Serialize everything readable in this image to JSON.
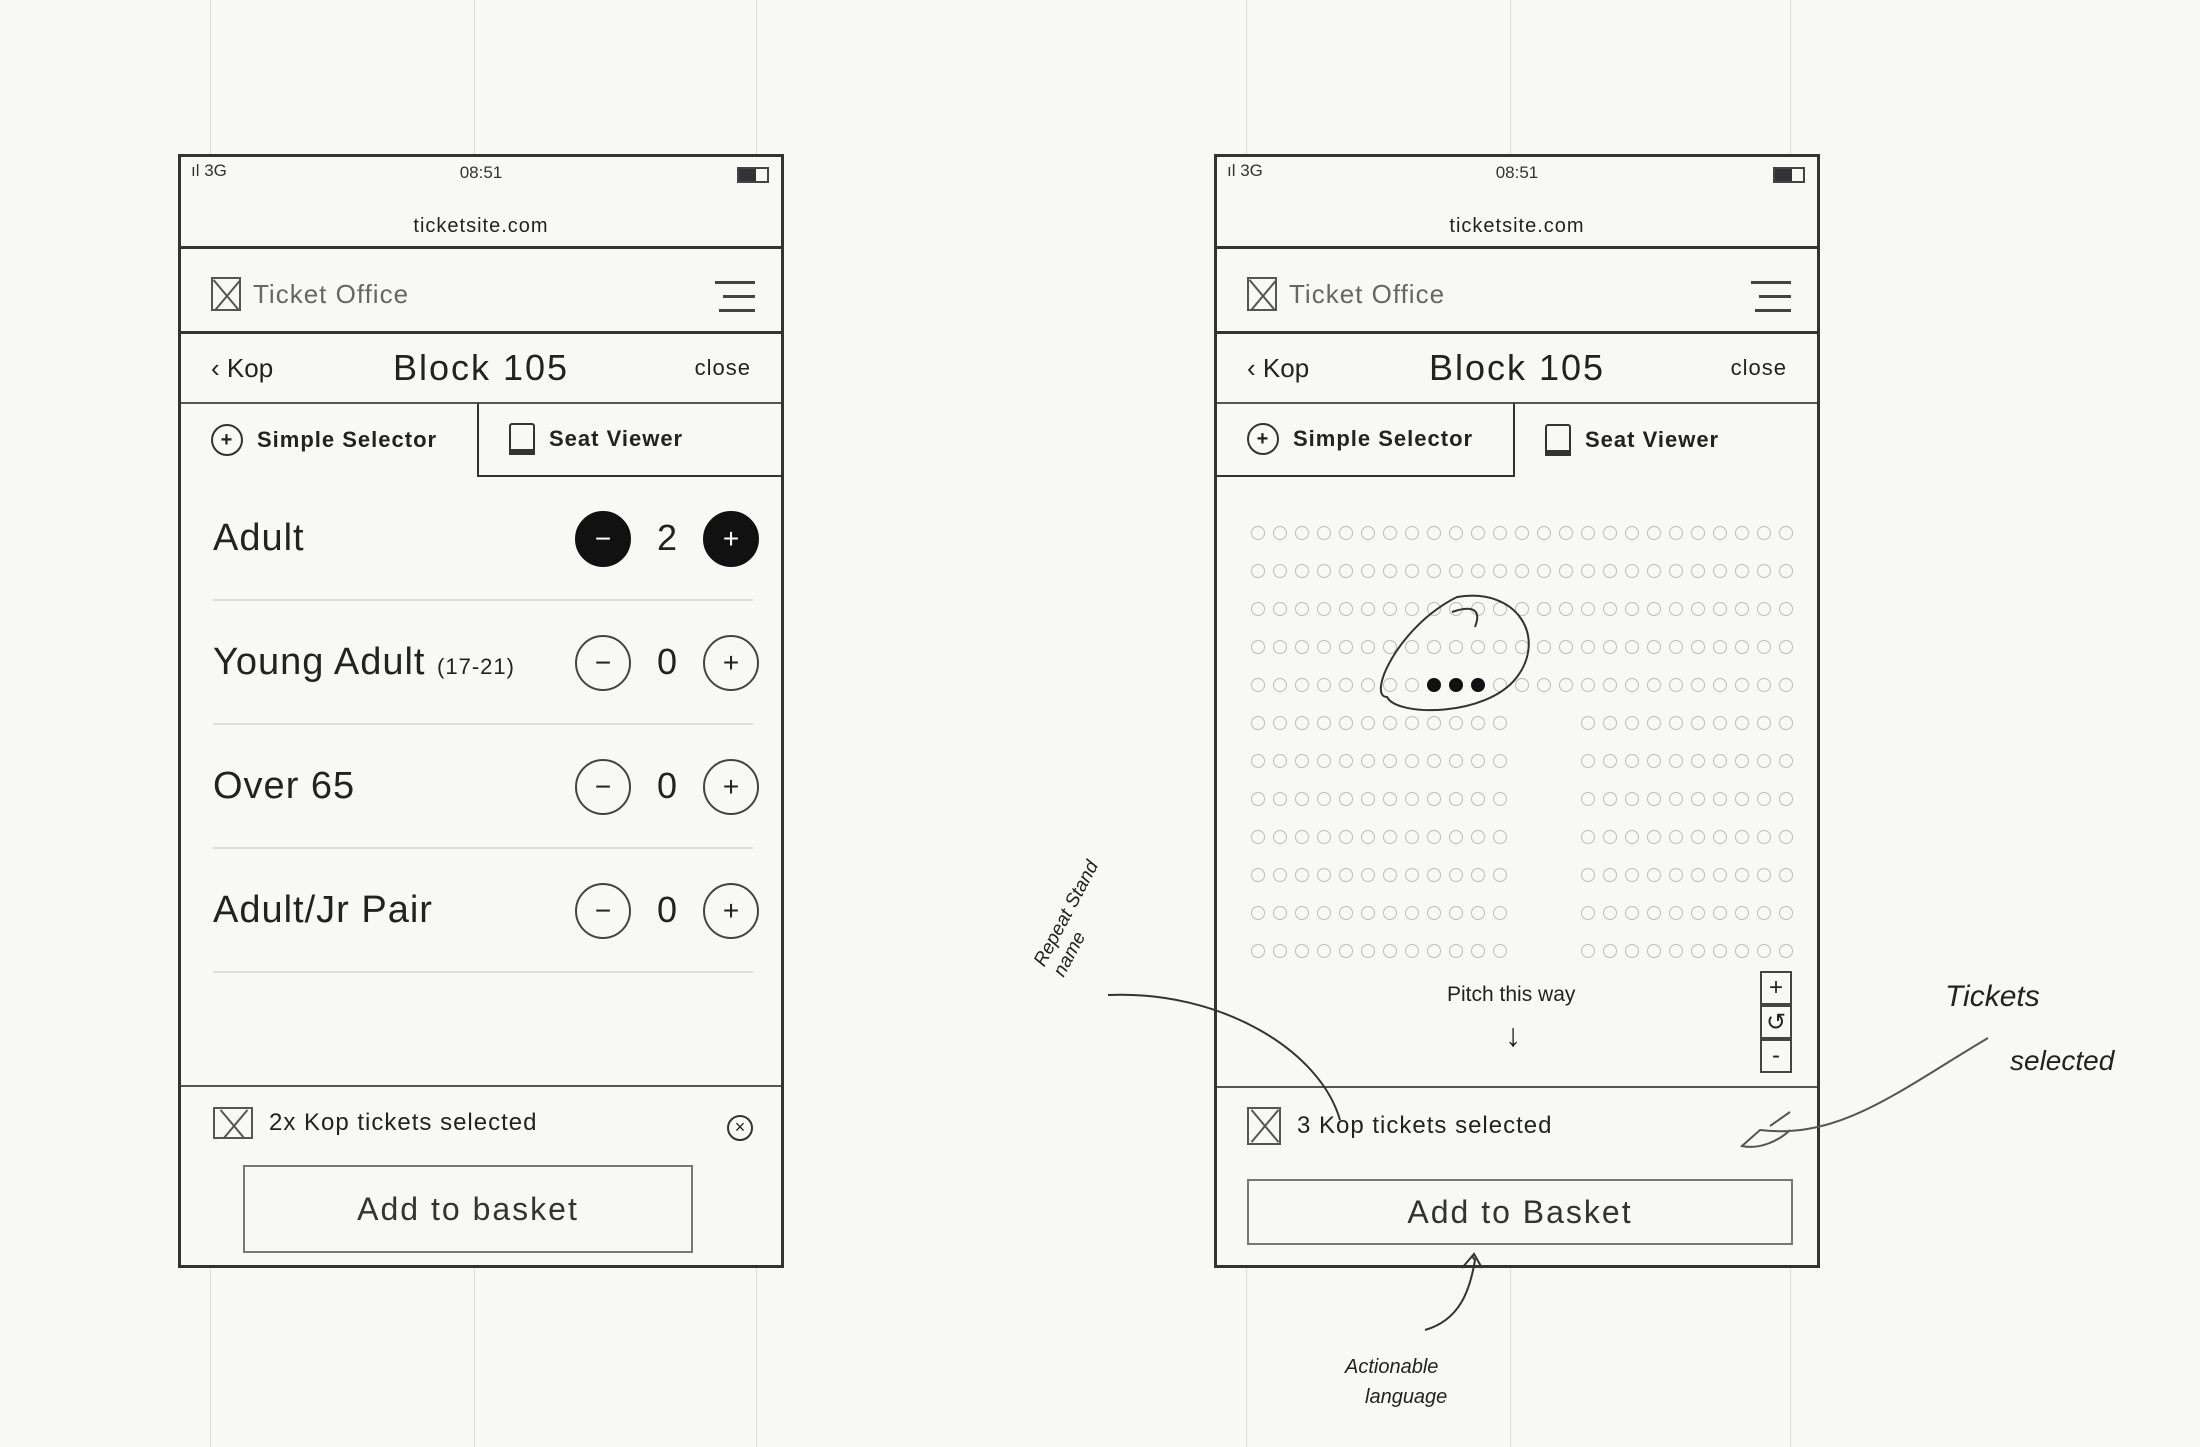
{
  "phones": [
    {
      "status": {
        "signal": "ıl 3G",
        "time": "08:51"
      },
      "url": "ticketsite.com",
      "brand": "Ticket Office",
      "nav": {
        "back": "Kop",
        "title": "Block 105",
        "close": "close"
      },
      "tabs": [
        {
          "label": "Simple Selector",
          "icon": "plus-circle-icon"
        },
        {
          "label": "Seat Viewer",
          "icon": "seat-icon"
        }
      ],
      "active_tab": "Simple Selector",
      "ticket_types": [
        {
          "label": "Adult",
          "qualifier": "",
          "count": "2"
        },
        {
          "label": "Young Adult",
          "qualifier": "(17-21)",
          "count": "0"
        },
        {
          "label": "Over 65",
          "qualifier": "",
          "count": "0"
        },
        {
          "label": "Adult/Jr Pair",
          "qualifier": "",
          "count": "0"
        }
      ],
      "stepper": {
        "minus": "−",
        "plus": "+"
      },
      "summary": "2x Kop tickets selected",
      "clear_icon": "close-circle-icon",
      "button": "Add to basket"
    },
    {
      "status": {
        "signal": "ıl 3G",
        "time": "08:51"
      },
      "url": "ticketsite.com",
      "brand": "Ticket Office",
      "nav": {
        "back": "Kop",
        "title": "Block 105",
        "close": "close"
      },
      "tabs": [
        {
          "label": "Simple Selector",
          "icon": "plus-circle-icon"
        },
        {
          "label": "Seat Viewer",
          "icon": "seat-icon"
        }
      ],
      "active_tab": "Seat Viewer",
      "seat_map": {
        "rows": 12,
        "cols": 25,
        "aisle_from_row": 5,
        "selected": [
          [
            4,
            8
          ],
          [
            4,
            9
          ],
          [
            4,
            10
          ]
        ],
        "pitch_label": "Pitch this way"
      },
      "zoom_controls": [
        "+",
        "↺",
        "-"
      ],
      "summary": "3 Kop tickets selected",
      "button": "Add to Basket"
    }
  ],
  "annotations": {
    "stand": "Repeat Stand name",
    "tickets1": "Tickets",
    "tickets2": "selected",
    "action1": "Actionable",
    "action2": "language"
  },
  "colors": {
    "ink": "#222222",
    "paper": "#f8f8f6",
    "guide": "#dcdcda"
  }
}
